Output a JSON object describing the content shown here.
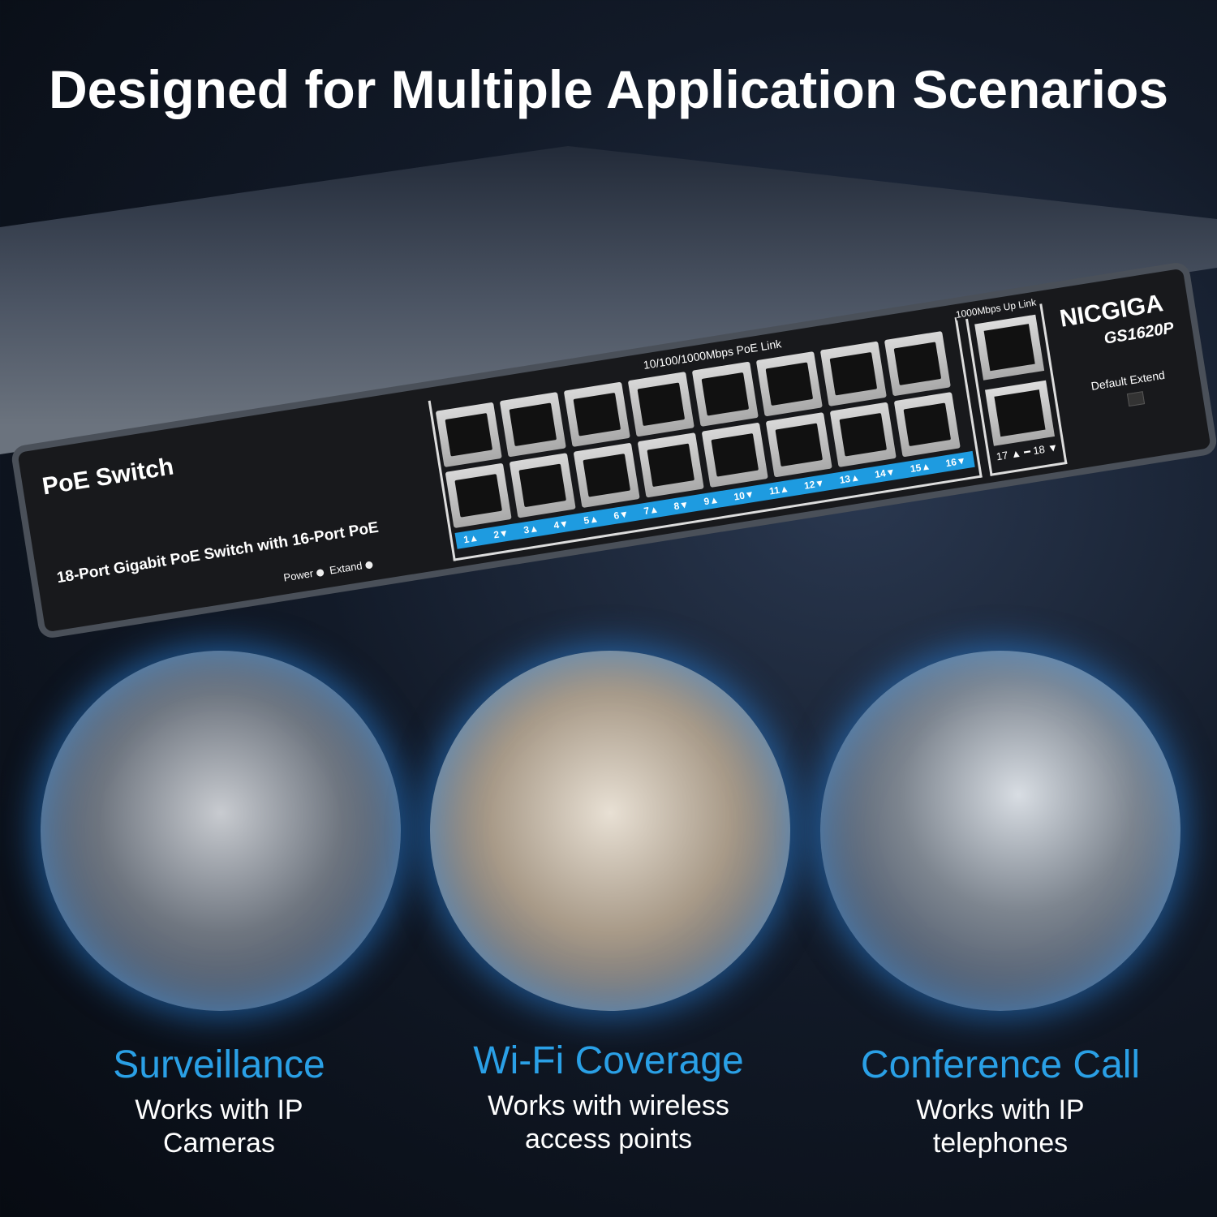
{
  "headline": "Designed for Multiple Application Scenarios",
  "switch": {
    "label": "PoE Switch",
    "model_description": "18-Port Gigabit PoE Switch with 16-Port PoE",
    "led_power": "Power",
    "led_extend": "Extand",
    "port_group_label": "10/100/1000Mbps  PoE Link",
    "port_numbers": [
      "1▲",
      "2▼",
      "3▲",
      "4▼",
      "5▲",
      "6▼",
      "7▲",
      "8▼",
      "9▲",
      "10▼",
      "11▲",
      "12▼",
      "13▲",
      "14▼",
      "15▲",
      "16▼"
    ],
    "uplink_label": "1000Mbps Up Link",
    "uplink_numbers": "17 ▲ ━ 18 ▼",
    "brand": "NICGIGA",
    "sku": "GS1620P",
    "switch_label": "Default Extend"
  },
  "scenarios": [
    {
      "title": "Surveillance",
      "line1": "Works with IP",
      "line2": "Cameras"
    },
    {
      "title": "Wi-Fi Coverage",
      "line1": "Works with wireless",
      "line2": "access points"
    },
    {
      "title": "Conference Call",
      "line1": "Works with IP",
      "line2": "telephones"
    }
  ],
  "colors": {
    "accent": "#2aa0e6",
    "port_strip": "#1e9be0"
  }
}
